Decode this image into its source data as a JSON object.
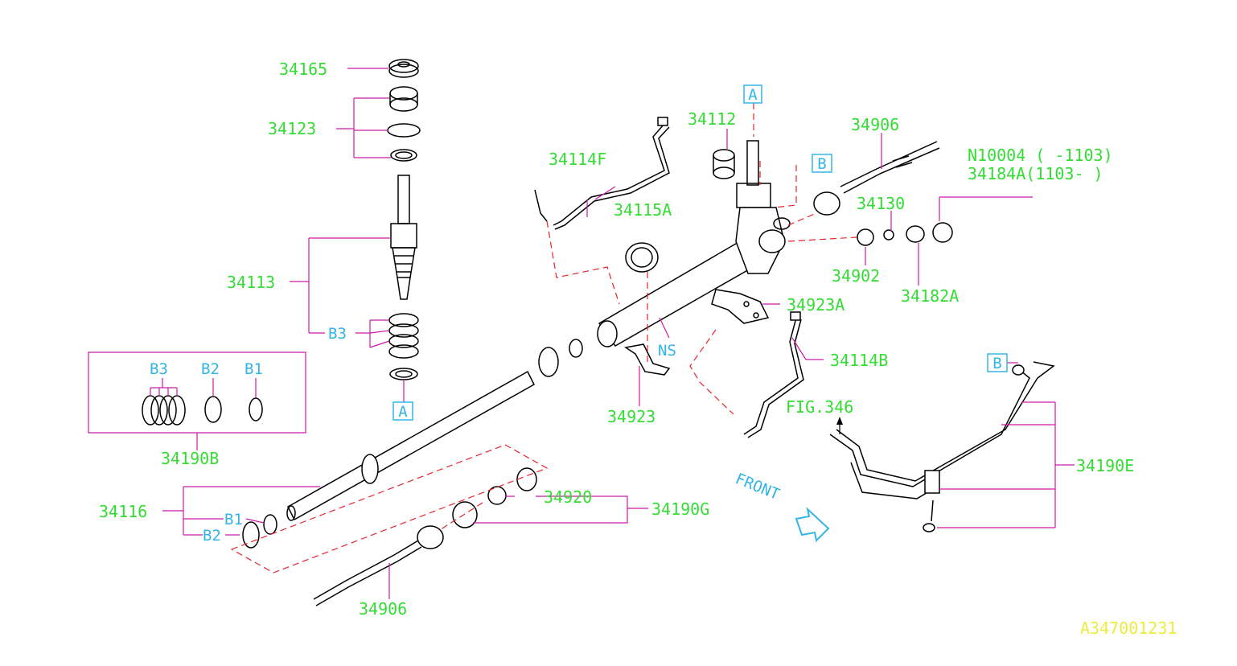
{
  "diagram": {
    "part_labels": {
      "p34165": "34165",
      "p34123": "34123",
      "p34113": "34113",
      "p34114F": "34114F",
      "p34115A": "34115A",
      "p34112": "34112",
      "p34906_top": "34906",
      "p34130": "34130",
      "p34902": "34902",
      "p34182A": "34182A",
      "p34923A": "34923A",
      "p34114B": "34114B",
      "p34923": "34923",
      "p34190B": "34190B",
      "p34116": "34116",
      "p34920": "34920",
      "p34190G": "34190G",
      "p34906_bottom": "34906",
      "p34190E": "34190E",
      "n10004": "N10004 (  -1103)",
      "p34184A": "34184A(1103-  )",
      "fig346": "FIG.346"
    },
    "sub_labels": {
      "b3_stack": "B3",
      "b3_box": "B3",
      "b2_box": "B2",
      "b1_box": "B1",
      "b1_lower": "B1",
      "b2_lower": "B2",
      "ns": "NS",
      "front": "FRONT"
    },
    "ref_boxes": {
      "a_top": "A",
      "a_bottom": "A",
      "b_valve": "B",
      "b_hose": "B"
    },
    "drawing_code": "A347001231"
  },
  "colors": {
    "part_number": "#33dd33",
    "reference": "#33b5e5",
    "leader": "#cc1aa8",
    "hidden_line": "#e8232c",
    "drawing_code": "#ecec40"
  }
}
